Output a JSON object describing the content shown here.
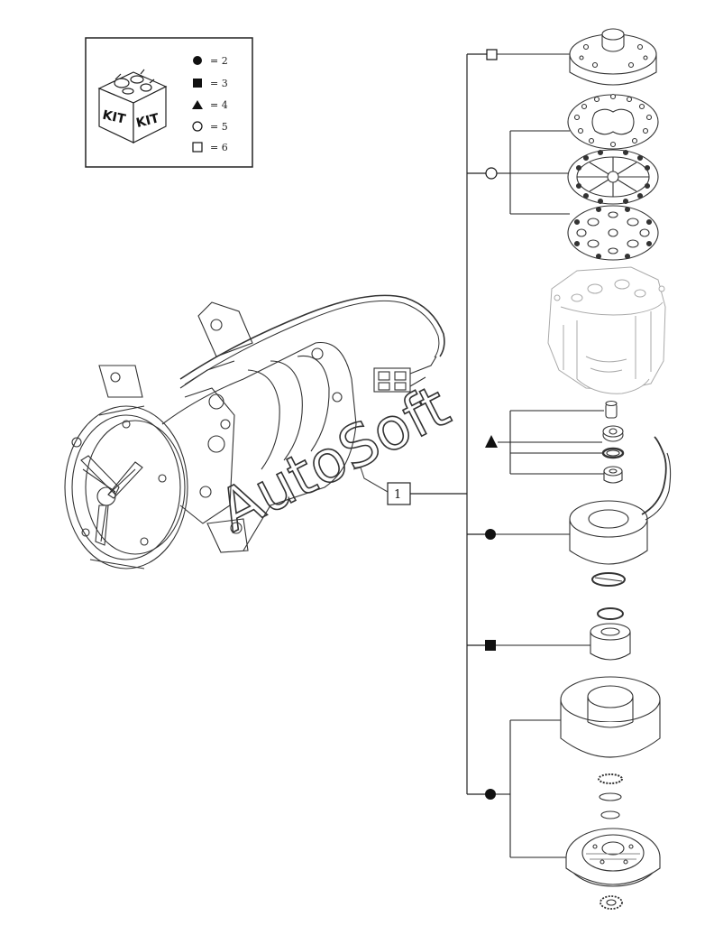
{
  "legend": {
    "kit_labels": [
      "KIT",
      "KIT"
    ],
    "items": [
      {
        "symbol": "filled-circle",
        "text": "= 2"
      },
      {
        "symbol": "filled-square",
        "text": "= 3"
      },
      {
        "symbol": "filled-triangle",
        "text": "= 4"
      },
      {
        "symbol": "open-circle",
        "text": "= 5"
      },
      {
        "symbol": "open-square",
        "text": "= 6"
      }
    ]
  },
  "reference_box": {
    "text": "1"
  },
  "watermark": {
    "text": "AutoSoft"
  },
  "parts": [
    {
      "id": "cover-plate",
      "symbol": "open-square"
    },
    {
      "id": "gasket-set",
      "symbol": "open-circle"
    },
    {
      "id": "valve-plate",
      "symbol": "none"
    },
    {
      "id": "seal-kit",
      "symbol": "filled-triangle"
    },
    {
      "id": "clutch-coil",
      "symbol": "filled-circle"
    },
    {
      "id": "shaft-seal",
      "symbol": "filled-square"
    },
    {
      "id": "pulley-clutch",
      "symbol": "filled-circle"
    }
  ]
}
